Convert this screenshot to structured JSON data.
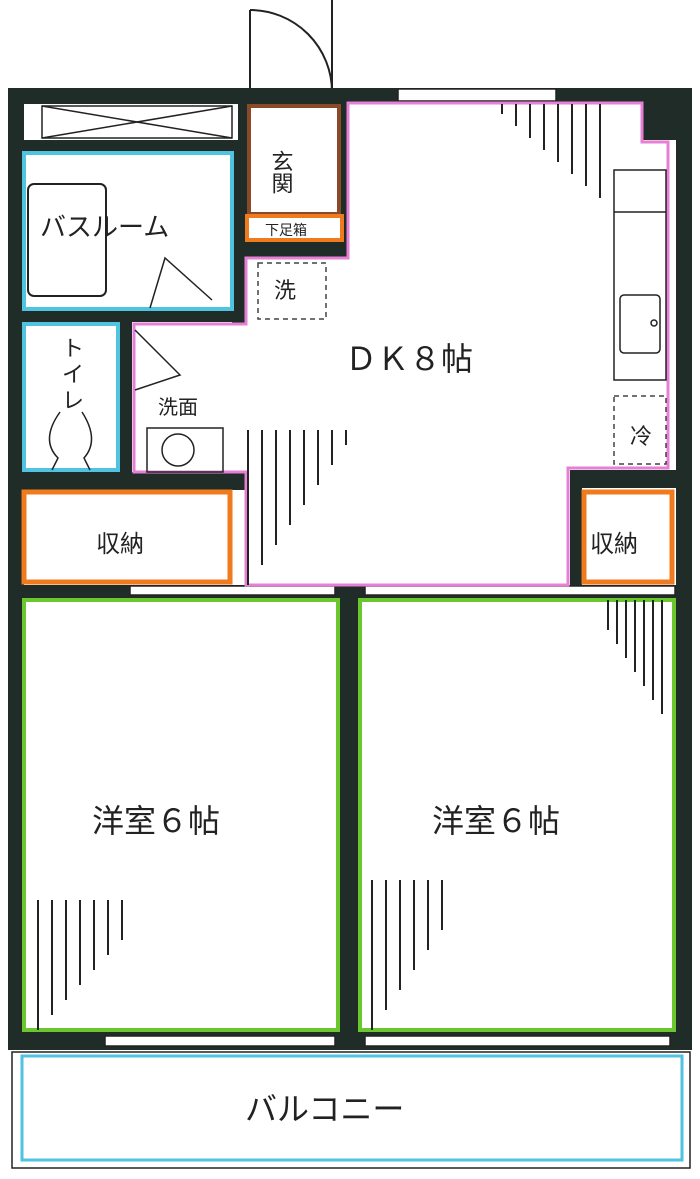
{
  "rooms": {
    "entrance": "玄関",
    "shoe_box": "下足箱",
    "bathroom": "バスルーム",
    "washer": "洗",
    "dk": "ＤＫ８帖",
    "toilet": [
      "ト",
      "イ",
      "レ"
    ],
    "washbasin": "洗面",
    "fridge": "冷",
    "storage_left": "収納",
    "storage_right": "収納",
    "bedroom_left": "洋室６帖",
    "bedroom_right": "洋室６帖",
    "balcony": "バルコニー"
  },
  "colors": {
    "wall": "#1f2c28",
    "water_area": "#4fc3e0",
    "dk_border": "#e67fd6",
    "storage": "#f07a1e",
    "entrance": "#8a4a2a",
    "bedroom": "#6cc62e"
  }
}
